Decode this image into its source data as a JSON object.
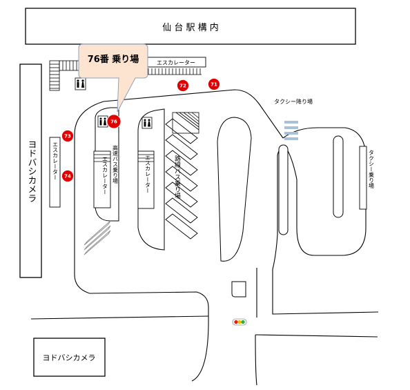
{
  "station": {
    "label": "仙 台 駅 構 内"
  },
  "stores": {
    "yodobashi_vertical": "ヨドバシカメラ",
    "yodobashi_bottom": "ヨドバシカメラ"
  },
  "escalators": {
    "top": "エスカレーター",
    "left": "エスカレーター",
    "inner_a": "エスカレーター",
    "inner_b": "エスカレーター"
  },
  "areas": {
    "taxi_drop": "タクシー降り場",
    "taxi_board": "タクシー乗り場",
    "highway_bus": "高速バス乗り場",
    "route_bus": "路線バス乗り場"
  },
  "callout": {
    "label": "76番  乗り場"
  },
  "stops": [
    {
      "number": "71"
    },
    {
      "number": "72"
    },
    {
      "number": "73"
    },
    {
      "number": "74"
    },
    {
      "number": "76"
    }
  ],
  "colors": {
    "stop_fill": "#e00000",
    "callout_fill": "#fce4d0",
    "traffic_red": "#e02020",
    "traffic_yellow": "#f0c000",
    "traffic_green": "#30b040",
    "taxi_stripe": "#a9c0d8"
  },
  "icons": [
    "restroom-icon",
    "traffic-light-icon"
  ]
}
